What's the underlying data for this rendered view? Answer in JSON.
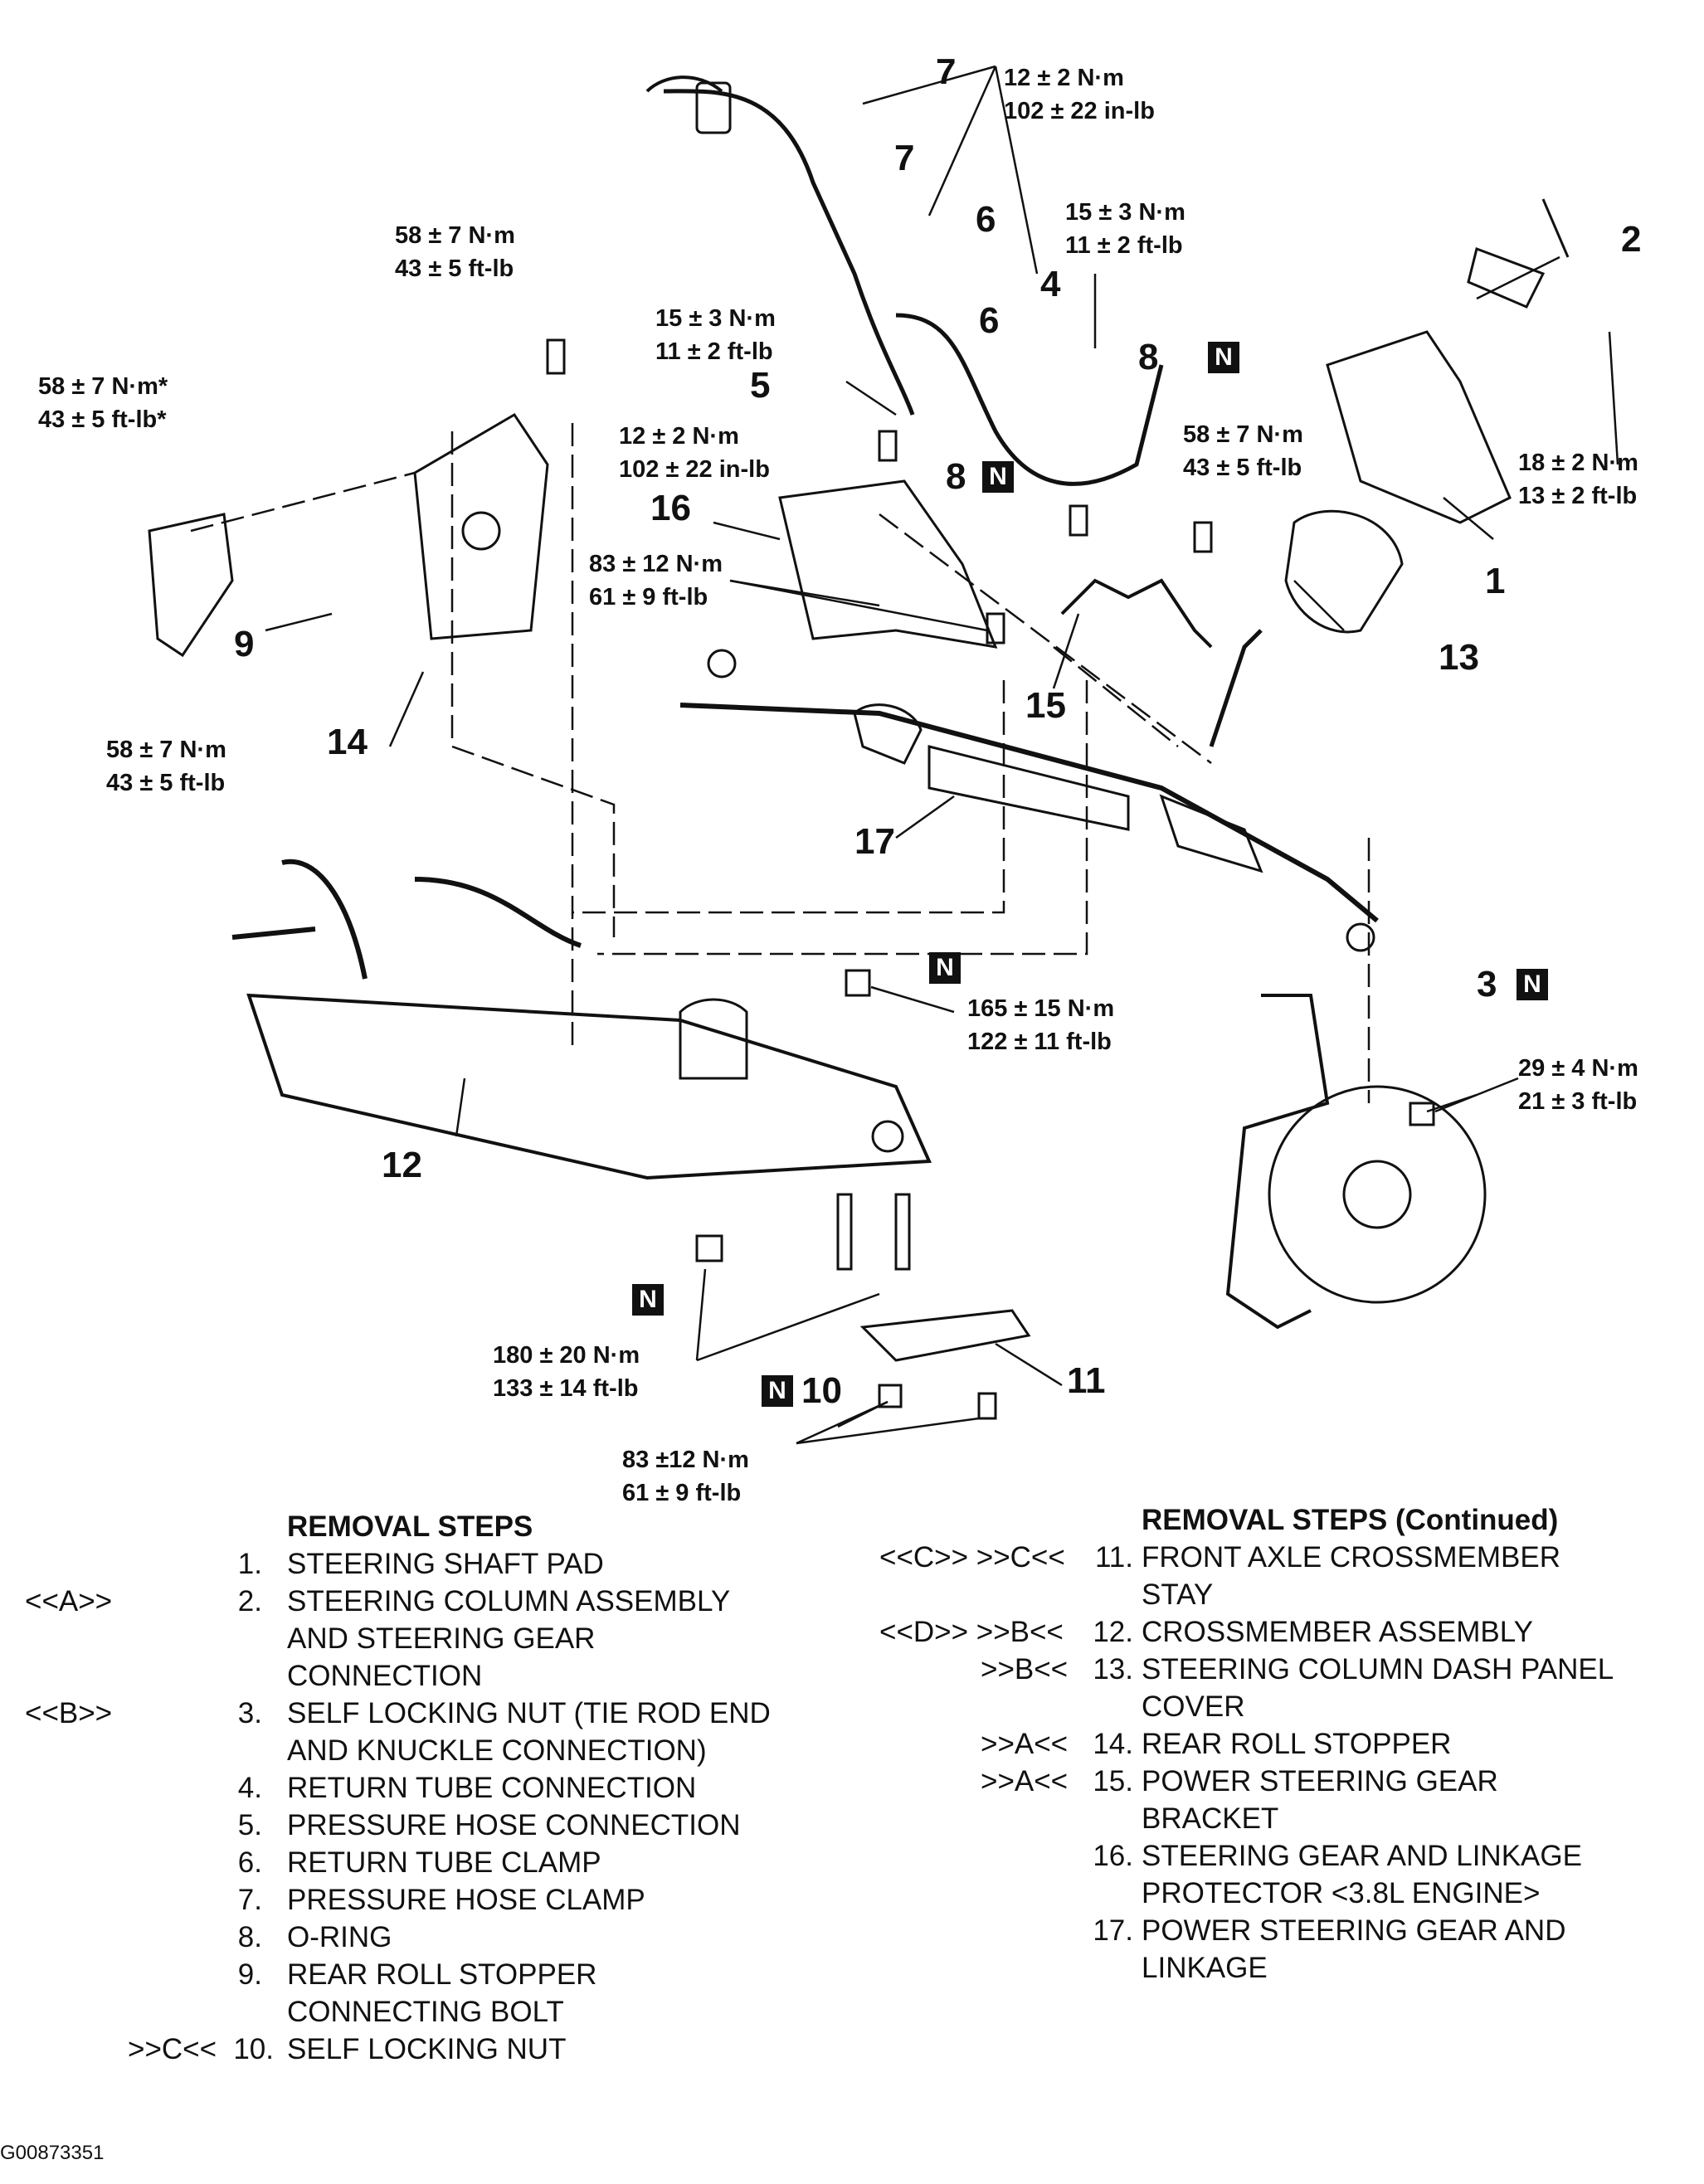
{
  "callouts": [
    {
      "id": "c7a",
      "text": "7"
    },
    {
      "id": "c7b",
      "text": "7"
    },
    {
      "id": "c6a",
      "text": "6"
    },
    {
      "id": "c6b",
      "text": "6"
    },
    {
      "id": "c2",
      "text": "2"
    },
    {
      "id": "c4",
      "text": "4"
    },
    {
      "id": "c5",
      "text": "5"
    },
    {
      "id": "c8a",
      "text": "8"
    },
    {
      "id": "c8b",
      "text": "8"
    },
    {
      "id": "c16",
      "text": "16"
    },
    {
      "id": "c9",
      "text": "9"
    },
    {
      "id": "c14",
      "text": "14"
    },
    {
      "id": "c15",
      "text": "15"
    },
    {
      "id": "c13",
      "text": "13"
    },
    {
      "id": "c1",
      "text": "1"
    },
    {
      "id": "c17",
      "text": "17"
    },
    {
      "id": "c3",
      "text": "3"
    },
    {
      "id": "c12",
      "text": "12"
    },
    {
      "id": "c11",
      "text": "11"
    },
    {
      "id": "c10",
      "text": "10"
    }
  ],
  "torques": [
    {
      "id": "t1",
      "line1": "12 ± 2 N·m",
      "line2": "102 ± 22 in-lb"
    },
    {
      "id": "t2",
      "line1": "15 ± 3 N·m",
      "line2": "11 ± 2 ft-lb"
    },
    {
      "id": "t3",
      "line1": "58 ± 7 N·m",
      "line2": "43 ± 5 ft-lb"
    },
    {
      "id": "t4",
      "line1": "15 ± 3 N·m",
      "line2": "11 ± 2 ft-lb"
    },
    {
      "id": "t5",
      "line1": "58 ± 7 N·m*",
      "line2": "43 ± 5 ft-lb*"
    },
    {
      "id": "t6",
      "line1": "12 ± 2 N·m",
      "line2": "102 ± 22 in-lb"
    },
    {
      "id": "t7",
      "line1": "58 ± 7 N·m",
      "line2": "43 ± 5 ft-lb"
    },
    {
      "id": "t8",
      "line1": "18 ± 2 N·m",
      "line2": "13 ± 2 ft-lb"
    },
    {
      "id": "t9",
      "line1": "83 ± 12 N·m",
      "line2": "61 ± 9 ft-lb"
    },
    {
      "id": "t10",
      "line1": "58 ± 7 N·m",
      "line2": "43 ± 5 ft-lb"
    },
    {
      "id": "t11",
      "line1": "165 ± 15 N·m",
      "line2": "122 ± 11 ft-lb"
    },
    {
      "id": "t12",
      "line1": "29 ± 4 N·m",
      "line2": "21 ± 3 ft-lb"
    },
    {
      "id": "t13",
      "line1": "180 ± 20 N·m",
      "line2": "133 ± 14 ft-lb"
    },
    {
      "id": "t14",
      "line1": "83 ±12 N·m",
      "line2": "61 ± 9 ft-lb"
    }
  ],
  "badge_letter": "N",
  "removal_steps": {
    "heading": "REMOVAL STEPS",
    "items": [
      {
        "code": "",
        "num": "1.",
        "lines": [
          "STEERING SHAFT PAD"
        ]
      },
      {
        "code": "<<A>>",
        "num": "2.",
        "lines": [
          "STEERING COLUMN ASSEMBLY",
          "AND STEERING GEAR",
          "CONNECTION"
        ]
      },
      {
        "code": "<<B>>",
        "num": "3.",
        "lines": [
          "SELF LOCKING NUT (TIE ROD END",
          "AND KNUCKLE CONNECTION)"
        ]
      },
      {
        "code": "",
        "num": "4.",
        "lines": [
          "RETURN TUBE CONNECTION"
        ]
      },
      {
        "code": "",
        "num": "5.",
        "lines": [
          "PRESSURE HOSE CONNECTION"
        ]
      },
      {
        "code": "",
        "num": "6.",
        "lines": [
          "RETURN TUBE CLAMP"
        ]
      },
      {
        "code": "",
        "num": "7.",
        "lines": [
          "PRESSURE HOSE CLAMP"
        ]
      },
      {
        "code": "",
        "num": "8.",
        "lines": [
          "O-RING"
        ]
      },
      {
        "code": "",
        "num": "9.",
        "lines": [
          "REAR ROLL STOPPER",
          "CONNECTING BOLT"
        ]
      },
      {
        "code": ">>C<<",
        "num": "10.",
        "lines": [
          "SELF LOCKING NUT"
        ]
      }
    ]
  },
  "removal_steps_continued": {
    "heading": "REMOVAL STEPS (Continued)",
    "items": [
      {
        "code": "<<C>> >>C<<",
        "num": "11.",
        "lines": [
          "FRONT AXLE CROSSMEMBER",
          "STAY"
        ]
      },
      {
        "code": "<<D>> >>B<<",
        "num": "12.",
        "lines": [
          "CROSSMEMBER ASSEMBLY"
        ]
      },
      {
        "code": ">>B<<",
        "num": "13.",
        "lines": [
          "STEERING COLUMN DASH PANEL",
          "COVER"
        ]
      },
      {
        "code": ">>A<<",
        "num": "14.",
        "lines": [
          "REAR ROLL STOPPER"
        ]
      },
      {
        "code": ">>A<<",
        "num": "15.",
        "lines": [
          "POWER STEERING GEAR",
          "BRACKET"
        ]
      },
      {
        "code": "",
        "num": "16.",
        "lines": [
          "STEERING GEAR AND LINKAGE",
          "PROTECTOR <3.8L ENGINE>"
        ]
      },
      {
        "code": "",
        "num": "17.",
        "lines": [
          "POWER STEERING GEAR AND",
          "LINKAGE"
        ]
      }
    ]
  },
  "figure_id": "G00873351"
}
